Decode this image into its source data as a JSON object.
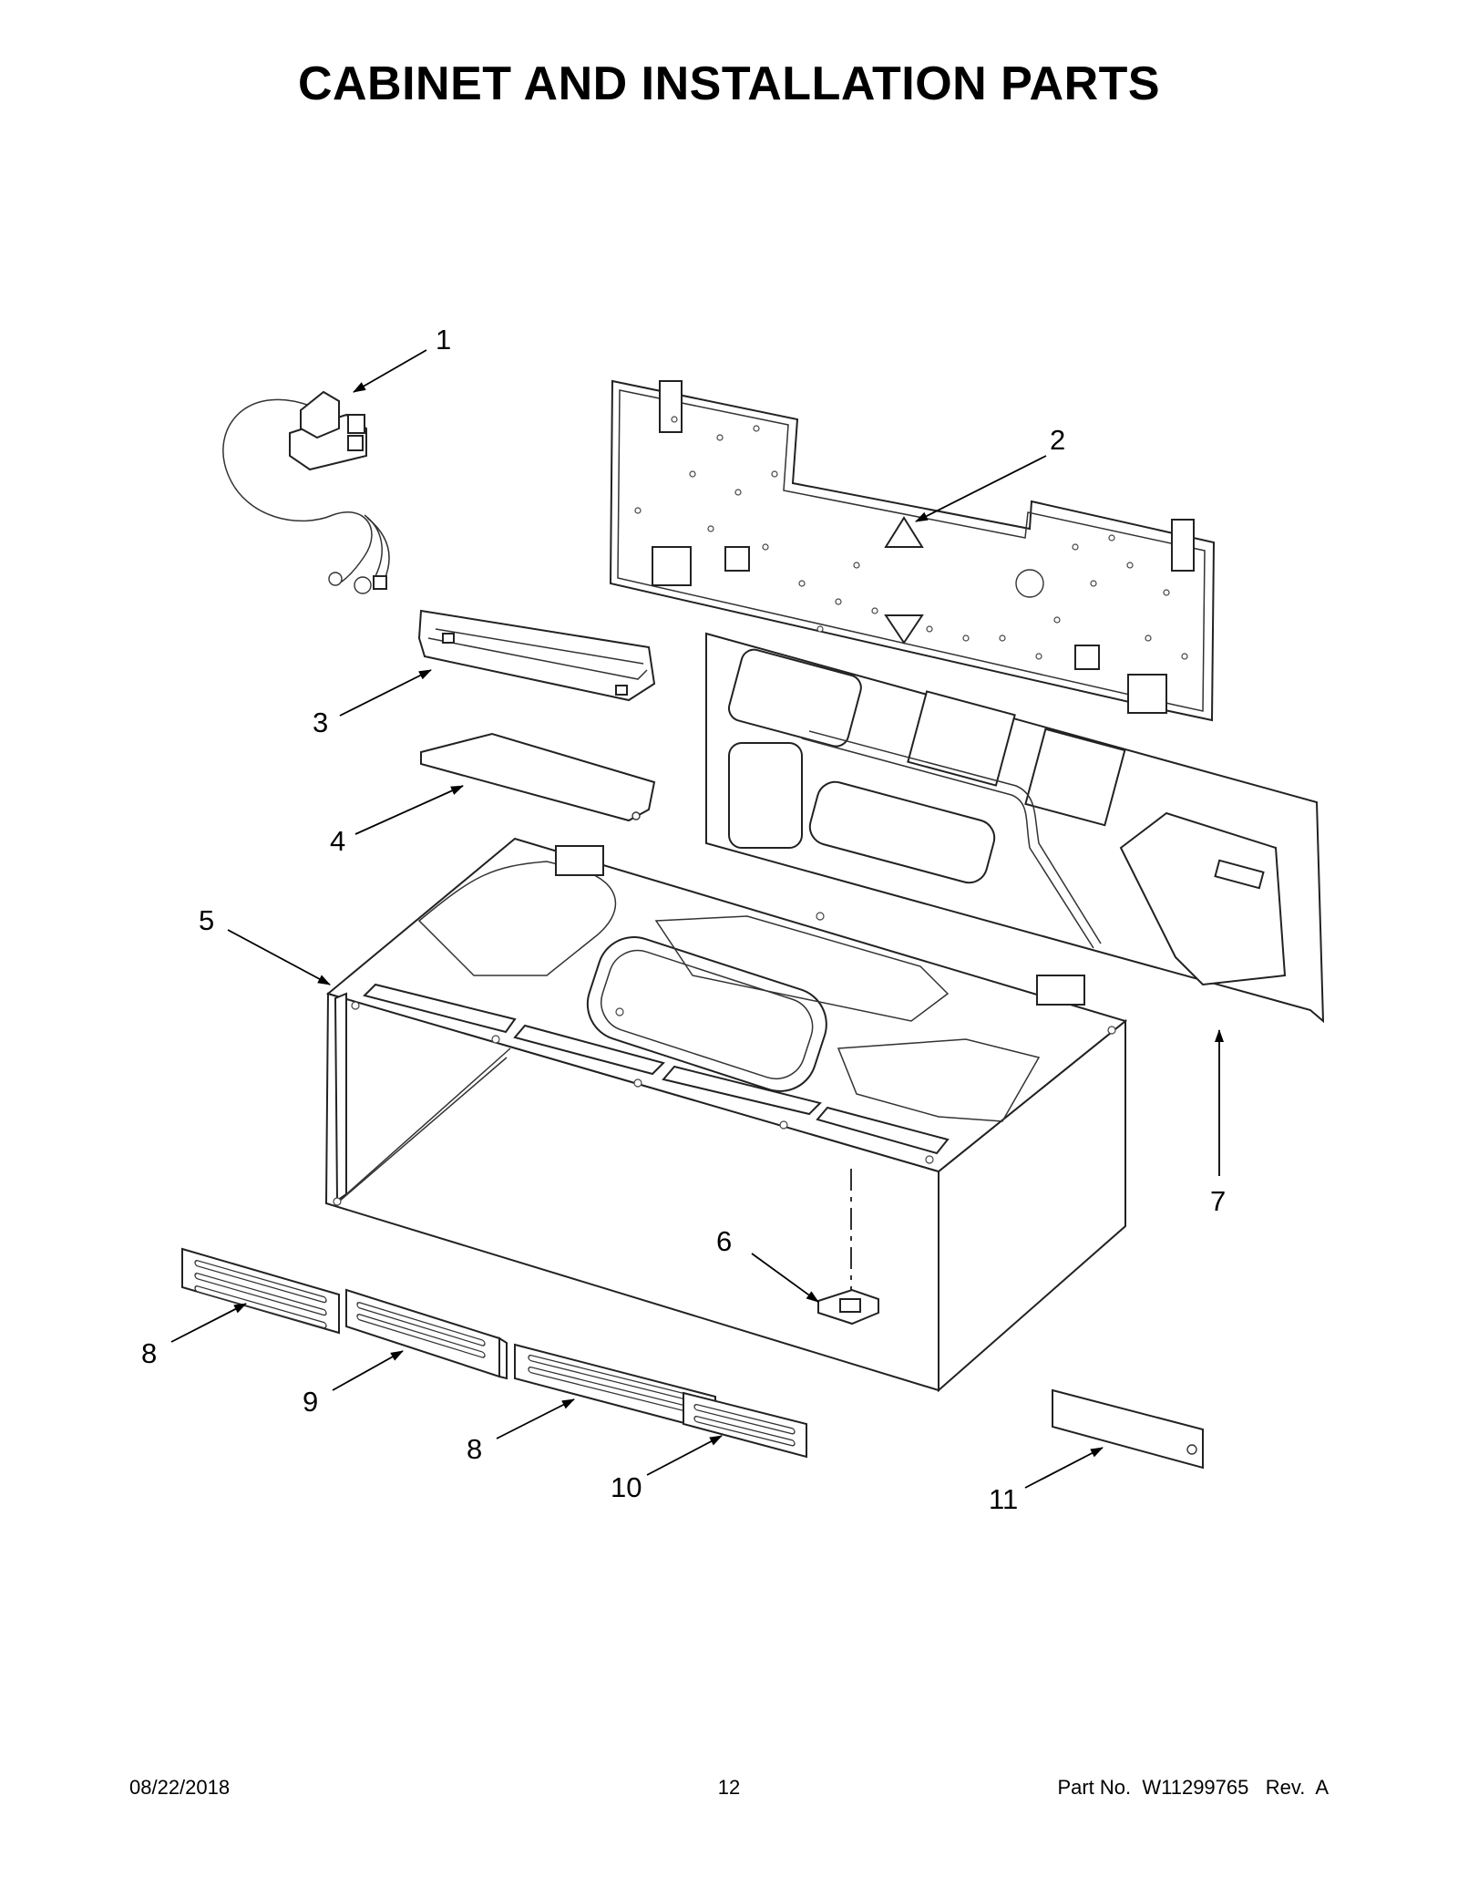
{
  "page": {
    "title": "CABINET AND INSTALLATION PARTS"
  },
  "callouts": [
    "1",
    "2",
    "3",
    "4",
    "5",
    "6",
    "7",
    "8",
    "9",
    "8",
    "10",
    "11"
  ],
  "footer": {
    "date": "08/22/2018",
    "page_number": "12",
    "part_number": "Part No.  W11299765   Rev.  A"
  }
}
